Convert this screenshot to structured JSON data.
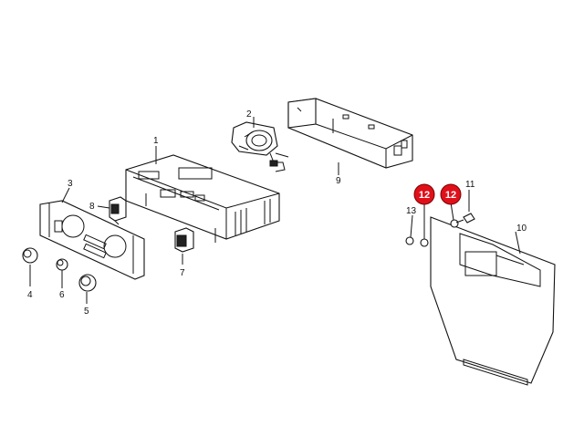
{
  "diagram": {
    "callouts": {
      "c1": "1",
      "c2": "2",
      "c3": "3",
      "c4": "4",
      "c5": "5",
      "c6": "6",
      "c7": "7",
      "c8": "8",
      "c9": "9",
      "c10": "10",
      "c11": "11",
      "c12a": "12",
      "c12b": "12",
      "c13": "13"
    },
    "colors": {
      "badge": "#e0101a",
      "line": "#111111"
    }
  }
}
